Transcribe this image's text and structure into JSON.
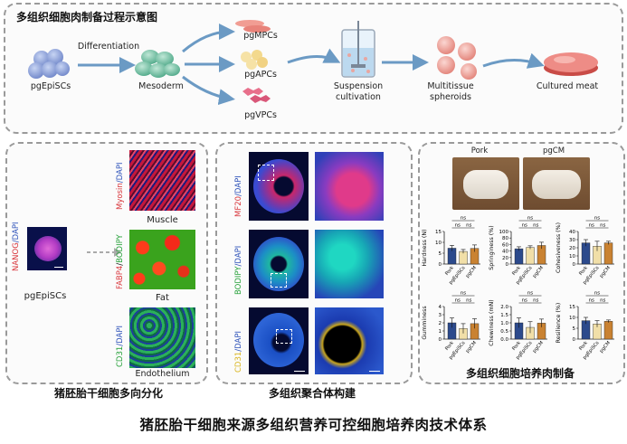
{
  "top": {
    "title": "多组织细胞肉制备过程示意图",
    "differentiation": "Differentiation",
    "steps": [
      "pgEpiSCs",
      "Mesoderm",
      "Suspension cultivation",
      "Multitissue spheroids",
      "Cultured meat"
    ],
    "suspension_l1": "Suspension",
    "suspension_l2": "cultivation",
    "spheroid_l1": "Multitissue",
    "spheroid_l2": "spheroids",
    "progenitors": [
      "pgMPCs",
      "pgAPCs",
      "pgVPCs"
    ]
  },
  "left": {
    "caption": "猪胚胎干细胞多向分化",
    "nanog_a": "NANOG",
    "nanog_b": "/DAPI",
    "nanog_cells": "pgEpiSCs",
    "myosin_a": "Myosin",
    "myosin_b": "/DAPI",
    "fabp_a": "FABP4",
    "fabp_s": "/",
    "fabp_b": "BODIPY",
    "cd31_a": "CD31",
    "cd31_b": "/DAPI",
    "muscle": "Muscle",
    "fat": "Fat",
    "endothelium": "Endothelium"
  },
  "middle": {
    "caption": "多组织聚合体构建",
    "mf20_a": "MF20",
    "mf20_b": "/DAPI",
    "bodipy_a": "BODIPY",
    "bodipy_b": "/DAPI",
    "cd31_a": "CD31",
    "cd31_b": "/DAPI"
  },
  "right": {
    "caption": "多组织细胞培养肉制备",
    "photo_left": "Pork",
    "photo_right": "pgCM",
    "ns": "ns"
  },
  "footer": {
    "title": "猪胚胎干细胞来源多组织营养可控细胞培养肉技术体系"
  },
  "colors": {
    "pork": "#2c4a8c",
    "pgEpiSCs": "#f1dfa8",
    "pgCM": "#c98232"
  },
  "chart_data": [
    {
      "type": "bar",
      "ylabel": "Hardness (N)",
      "categories": [
        "Pork",
        "pgEpiSCs",
        "pgCM"
      ],
      "values": [
        7.3,
        5.8,
        7.2
      ],
      "errors": [
        1.3,
        0.9,
        1.6
      ],
      "ylim": [
        0,
        15
      ],
      "ticks": [
        0,
        5,
        10,
        15
      ],
      "sig": [
        "ns",
        "ns",
        "ns"
      ]
    },
    {
      "type": "bar",
      "ylabel": "Springiness (%)",
      "categories": [
        "Pork",
        "pgEpiSCs",
        "pgCM"
      ],
      "values": [
        47,
        51,
        57
      ],
      "errors": [
        6,
        5,
        10
      ],
      "ylim": [
        0,
        100
      ],
      "ticks": [
        0,
        20,
        40,
        60,
        80,
        100
      ],
      "sig": [
        "ns",
        "ns",
        "ns"
      ]
    },
    {
      "type": "bar",
      "ylabel": "Cohesiveness (%)",
      "categories": [
        "Pork",
        "pgEpiSCs",
        "pgCM"
      ],
      "values": [
        26,
        22,
        26
      ],
      "errors": [
        4,
        6,
        2
      ],
      "ylim": [
        0,
        40
      ],
      "ticks": [
        0,
        10,
        20,
        30,
        40
      ],
      "sig": [
        "ns",
        "ns",
        "ns"
      ]
    },
    {
      "type": "bar",
      "ylabel": "Gumminess",
      "categories": [
        "Pork",
        "pgEpiSCs",
        "pgCM"
      ],
      "values": [
        2.0,
        1.3,
        1.9
      ],
      "errors": [
        0.6,
        0.6,
        0.6
      ],
      "ylim": [
        0,
        4
      ],
      "ticks": [
        0,
        1,
        2,
        3,
        4
      ],
      "sig": [
        "ns",
        "ns",
        "ns"
      ]
    },
    {
      "type": "bar",
      "ylabel": "Chewiness (mN)",
      "categories": [
        "Pork",
        "pgEpiSCs",
        "pgCM"
      ],
      "values": [
        1.0,
        0.72,
        0.98
      ],
      "errors": [
        0.3,
        0.35,
        0.25
      ],
      "ylim": [
        0,
        2
      ],
      "ticks": [
        0.0,
        0.5,
        1.0,
        1.5,
        2.0
      ],
      "sig": [
        "ns",
        "ns",
        "ns"
      ]
    },
    {
      "type": "bar",
      "ylabel": "Resilience (%)",
      "categories": [
        "Pork",
        "pgEpiSCs",
        "pgCM"
      ],
      "values": [
        8.5,
        7.0,
        8.2
      ],
      "errors": [
        1.5,
        1.5,
        0.6
      ],
      "ylim": [
        0,
        15
      ],
      "ticks": [
        0,
        5,
        10,
        15
      ],
      "sig": [
        "ns",
        "ns",
        "ns"
      ]
    }
  ]
}
